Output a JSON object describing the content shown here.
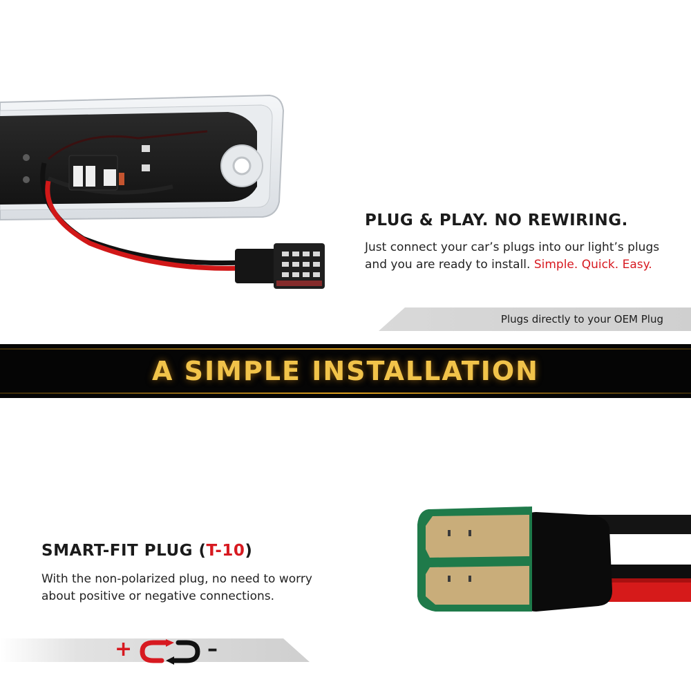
{
  "section_plug": {
    "title": "PLUG & PLAY. NO REWIRING.",
    "desc_main": "Just connect your car’s plugs into our light’s plugs and you are ready to install.",
    "desc_highlight": "Simple. Quick. Easy.",
    "ribbon": "Plugs directly to your OEM Plug"
  },
  "banner": {
    "title": "A SIMPLE INSTALLATION"
  },
  "section_smart": {
    "title_main": "SMART-FIT PLUG (",
    "title_highlight": "T-10",
    "title_end": ")",
    "desc": "With the non-polarized plug, no need to worry about positive or negative connections.",
    "plus": "+",
    "minus": "–"
  },
  "colors": {
    "accent_red": "#d71920",
    "banner_gold": "#f1c34a",
    "banner_bg": "#050505"
  },
  "icons": [
    "led-light-module-illustration",
    "t10-plug-illustration",
    "polarity-swap-icon"
  ]
}
